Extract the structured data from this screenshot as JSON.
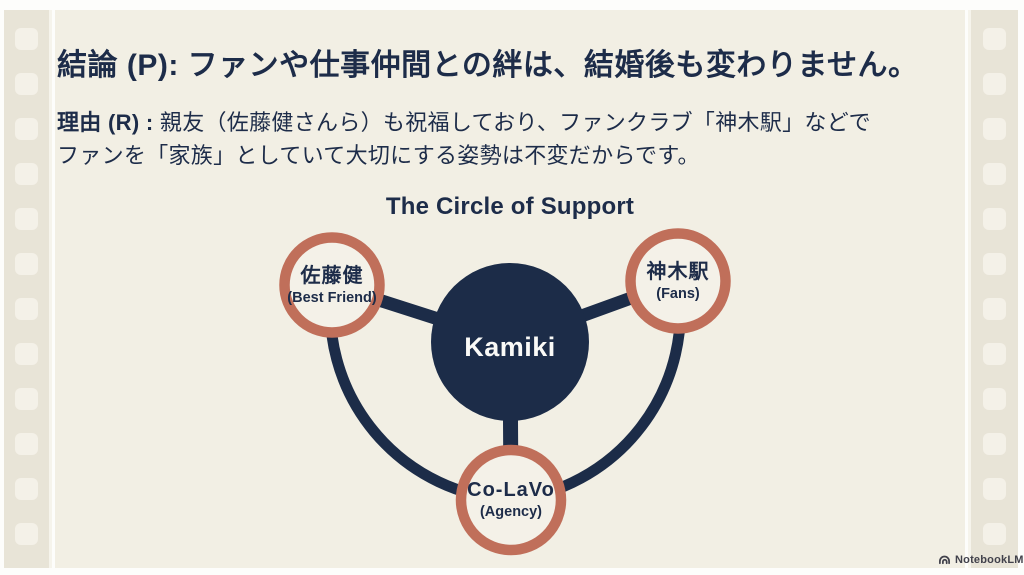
{
  "slide": {
    "title_line": "結論 (P): ファンや仕事仲間との絆は、結婚後も変わりません。",
    "reason_prefix": "理由 (R) :",
    "reason_line1": " 親友（佐藤健さんら）も祝福しており、ファンクラブ「神木駅」などで",
    "reason_line2": "ファンを「家族」としていて大切にする姿勢は不変だからです。"
  },
  "diagram": {
    "title": "The Circle of Support",
    "center": {
      "label": "Kamiki"
    },
    "nodes": [
      {
        "label": "佐藤健",
        "sublabel": "(Best Friend)",
        "position": "top-left"
      },
      {
        "label": "神木駅",
        "sublabel": "(Fans)",
        "position": "top-right"
      },
      {
        "label": "Co-LaVo",
        "sublabel": "(Agency)",
        "position": "bottom"
      }
    ]
  },
  "footer": {
    "brand": "NotebookLM"
  },
  "colors": {
    "navy": "#1c2c48",
    "text": "#1d2c49",
    "terracotta": "#c06f5a",
    "bg": "#f2efe4",
    "strip": "#e8e4d7",
    "hole": "#f4f1e8"
  }
}
